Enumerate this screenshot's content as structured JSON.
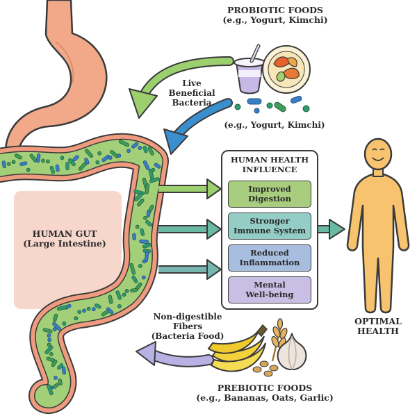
{
  "probiotic": {
    "title": "PROBIOTIC FOODS",
    "example": "(e.g., Yogurt, Kimchi)",
    "example_repeat": "(e.g., Yogurt, Kimchi)"
  },
  "live_bacteria": {
    "line1": "Live",
    "line2": "Beneficial",
    "line3": "Bacteria"
  },
  "gut": {
    "line1": "HUMAN GUT",
    "line2": "(Large Intestine)"
  },
  "influence": {
    "title_line1": "HUMAN HEALTH",
    "title_line2": "INFLUENCE",
    "boxes": [
      {
        "line1": "Improved",
        "line2": "Digestion",
        "color": "#a9cd7e"
      },
      {
        "line1": "Stronger",
        "line2": "Immune System",
        "color": "#93cdc6"
      },
      {
        "line1": "Reduced",
        "line2": "Inflammation",
        "color": "#a8bede"
      },
      {
        "line1": "Mental",
        "line2": "Well-being",
        "color": "#c9bfe4"
      }
    ]
  },
  "outcome": {
    "line1": "OPTIMAL",
    "line2": "HEALTH"
  },
  "fibers": {
    "line1": "Non-digestible",
    "line2": "Fibers",
    "line3": "(Bacteria Food)"
  },
  "prebiotic": {
    "title": "PREBIOTIC FOODS",
    "example": "(e.g., Bananas, Oats, Garlic)"
  },
  "colors": {
    "stomach": "#f2a98a",
    "intestine_wall": "#ee9b7f",
    "intestine_inner": "#a4cf79",
    "arrow_green": "#9ccf6d",
    "arrow_blue": "#3a8fcf",
    "arrow_teal": "#69b9a3",
    "arrow_lavender": "#b7b2e3",
    "human": "#f7c36f",
    "banana": "#f4d23c",
    "garlic": "#ede4dc"
  }
}
